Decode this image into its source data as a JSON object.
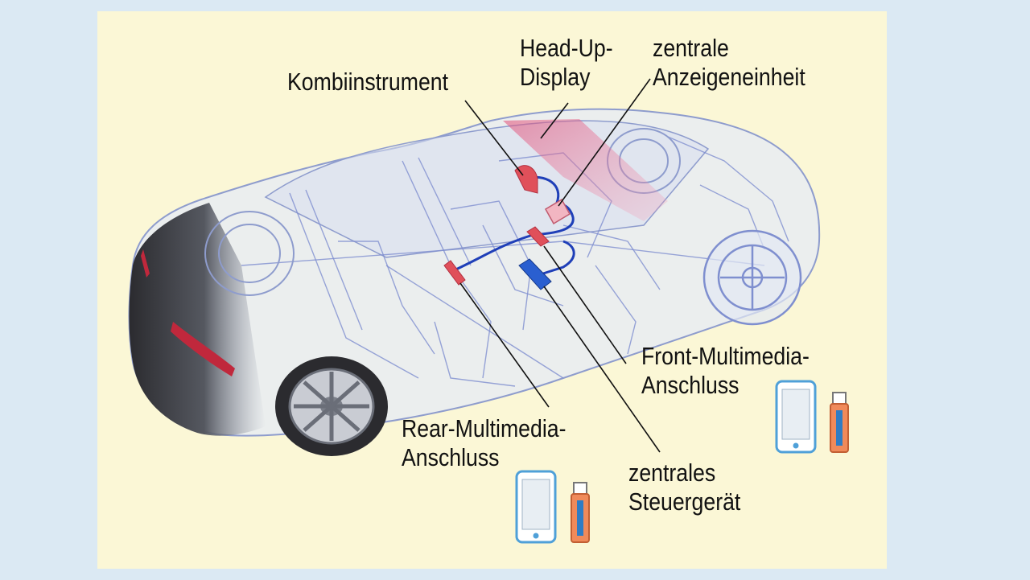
{
  "diagram": {
    "labels": {
      "kombiinstrument": [
        "Kombiinstrument"
      ],
      "head_up_display": [
        "Head-Up-",
        "Display"
      ],
      "zentrale_anzeigeeinheit": [
        "zentrale",
        "Anzeigeneinheit"
      ],
      "front_multimedia": [
        "Front-Multimedia-",
        "Anschluss"
      ],
      "rear_multimedia": [
        "Rear-Multimedia-",
        "Anschluss"
      ],
      "zentrales_steuergeraet": [
        "zentrales",
        "Steuergerät"
      ]
    },
    "colors": {
      "panel_background": "#fbf7d6",
      "outer_background": "#dbe9f3",
      "bus_line": "#1f3fb8",
      "control_unit": "#2a5fd0",
      "component_red": "#e0505a",
      "display_pink": "#f2b6c2",
      "usb_orange": "#f08a5a",
      "device_blue": "#6fb2e0"
    },
    "icons": [
      "smartphone-icon",
      "usb-stick-icon"
    ]
  }
}
